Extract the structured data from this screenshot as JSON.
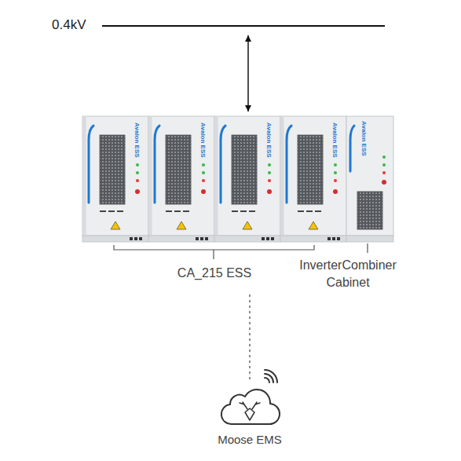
{
  "diagram": {
    "nodes": [
      {
        "text": [
          "0.4kV"
        ]
      },
      {
        "text": [
          "CA_215 ESS"
        ]
      },
      {
        "text": [
          "InverterCombiner Cabinet"
        ]
      },
      {
        "text": [
          "Moose EMS"
        ]
      }
    ],
    "edges": [
      {
        "from": 0,
        "to": 1,
        "arrow": "both"
      },
      {
        "from": 1,
        "to": 3,
        "arrow": "none"
      }
    ],
    "labels": [
      "Avalon ESS",
      "Avalon ESS",
      "Avalon ESS",
      "Avalon ESS",
      "Avalon ESS"
    ]
  }
}
